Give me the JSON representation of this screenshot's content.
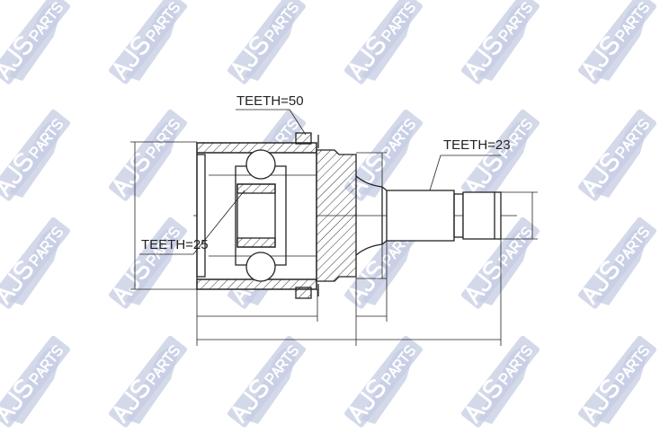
{
  "watermark": {
    "logo_text": "AJS",
    "logo_subtext": "PARTS",
    "color": "#c5cce3"
  },
  "drawing": {
    "labels": {
      "teeth_outer": "TEETH=50",
      "teeth_shaft": "TEETH=23",
      "teeth_inner": "TEETH=25"
    },
    "line_color": "#222222"
  }
}
